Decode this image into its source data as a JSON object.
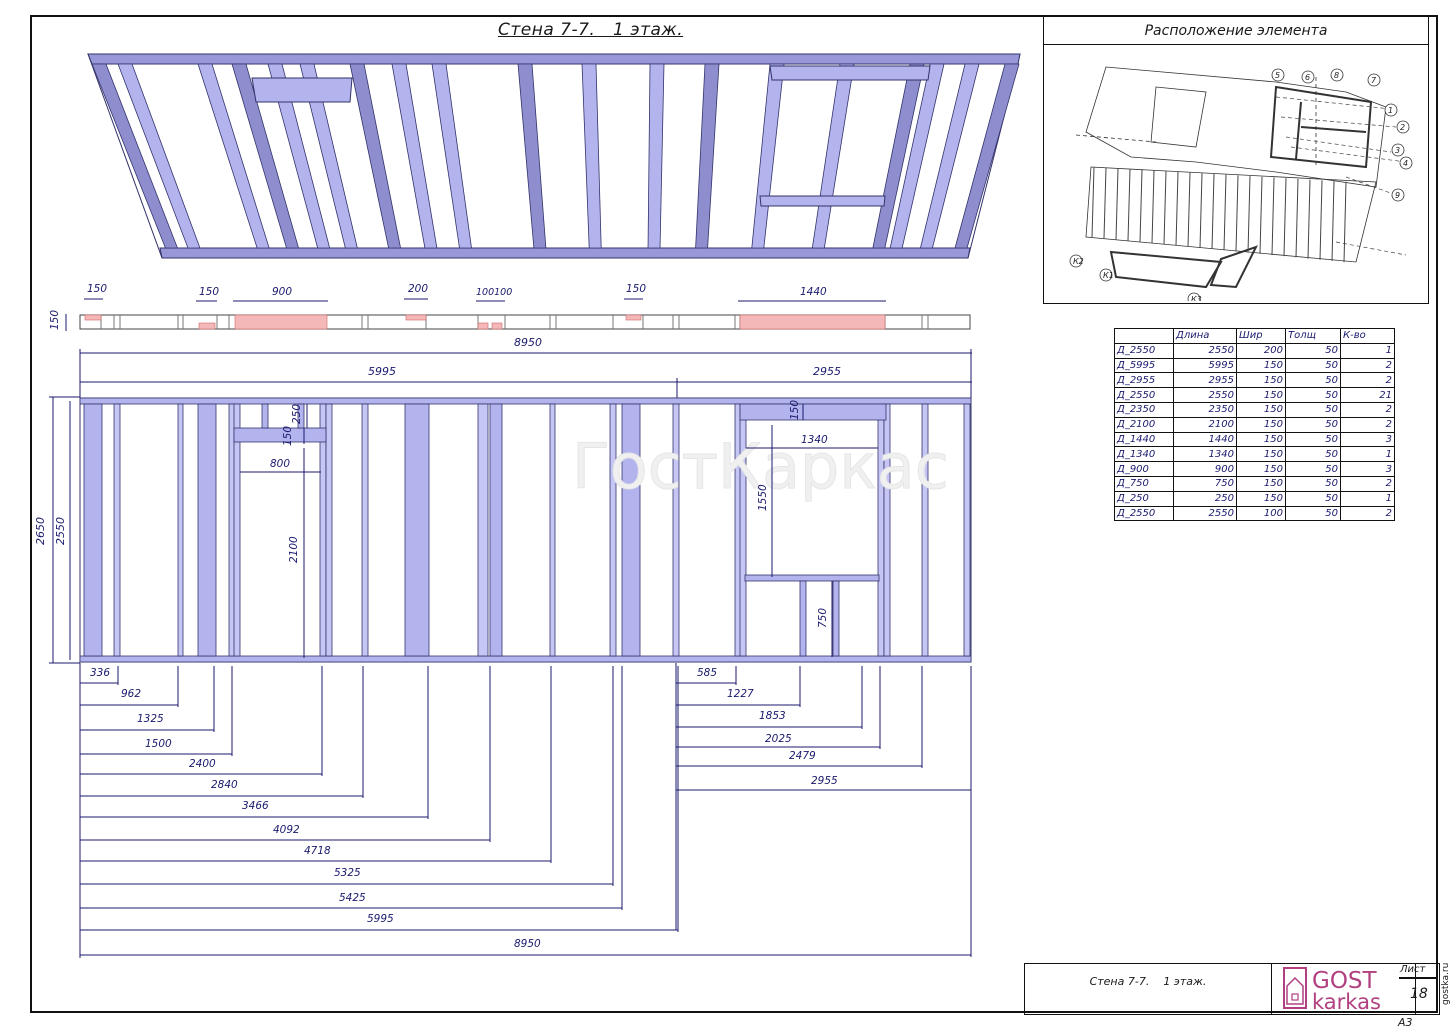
{
  "drawing": {
    "title": "Стена 7-7.   1 этаж.",
    "watermark": "ГостКаркас",
    "location_title": "Расположение элемента"
  },
  "top_plan_dims": [
    "150",
    "150",
    "900",
    "200",
    "100100",
    "150",
    "1440",
    "150"
  ],
  "overall_dims": {
    "total": "8950",
    "left": "5995",
    "right": "2955"
  },
  "height_dims": {
    "outer": "2650",
    "inner": "2550"
  },
  "opening_dims": [
    "250",
    "150",
    "800",
    "2100",
    "150",
    "1340",
    "1550",
    "750"
  ],
  "left_chain": [
    "336",
    "962",
    "1325",
    "1500",
    "2400",
    "2840",
    "3466",
    "4092",
    "4718",
    "5325",
    "5425",
    "5995",
    "8950"
  ],
  "right_chain": [
    "585",
    "1227",
    "1853",
    "2025",
    "2479",
    "2955"
  ],
  "location_labels": [
    "1",
    "2",
    "3",
    "4",
    "5",
    "6",
    "7",
    "8",
    "9",
    "К1",
    "К2",
    "К3"
  ],
  "spec_table": {
    "headers": [
      "",
      "Длина",
      "Шир",
      "Толщ",
      "К-во"
    ],
    "rows": [
      [
        "Д_2550",
        "2550",
        "200",
        "50",
        "1"
      ],
      [
        "Д_5995",
        "5995",
        "150",
        "50",
        "2"
      ],
      [
        "Д_2955",
        "2955",
        "150",
        "50",
        "2"
      ],
      [
        "Д_2550",
        "2550",
        "150",
        "50",
        "21"
      ],
      [
        "Д_2350",
        "2350",
        "150",
        "50",
        "2"
      ],
      [
        "Д_2100",
        "2100",
        "150",
        "50",
        "2"
      ],
      [
        "Д_1440",
        "1440",
        "150",
        "50",
        "3"
      ],
      [
        "Д_1340",
        "1340",
        "150",
        "50",
        "1"
      ],
      [
        "Д_900",
        "900",
        "150",
        "50",
        "3"
      ],
      [
        "Д_750",
        "750",
        "150",
        "50",
        "2"
      ],
      [
        "Д_250",
        "250",
        "150",
        "50",
        "1"
      ],
      [
        "Д_2550",
        "2550",
        "100",
        "50",
        "2"
      ]
    ]
  },
  "stamp": {
    "title": "Стена 7-7.    1 этаж.",
    "logo_top": "GOST",
    "logo_bottom": "karkas",
    "sheet_label": "Лист",
    "sheet_number": "18",
    "format": "А3",
    "site": "gostka.ru"
  },
  "colors": {
    "stud": "#b3b3ee",
    "stud_dark": "#8e8ecf",
    "hilite": "#f4b8b8",
    "ink": "#1a1a6e"
  }
}
